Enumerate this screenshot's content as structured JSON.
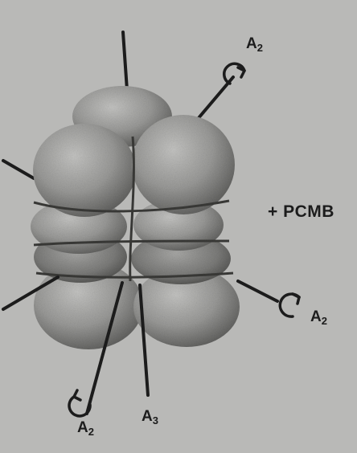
{
  "reagent_label": "+ PCMB",
  "axes": [
    {
      "id": "a2-top",
      "main": "A",
      "sub": "2"
    },
    {
      "id": "a2-right",
      "main": "A",
      "sub": "2"
    },
    {
      "id": "a2-bottom",
      "main": "A",
      "sub": "2"
    },
    {
      "id": "a3",
      "main": "A",
      "sub": "3"
    }
  ],
  "colors": {
    "background": "#b9b9b7",
    "ink": "#1c1c1c",
    "subunit": "#8d8d8b"
  }
}
